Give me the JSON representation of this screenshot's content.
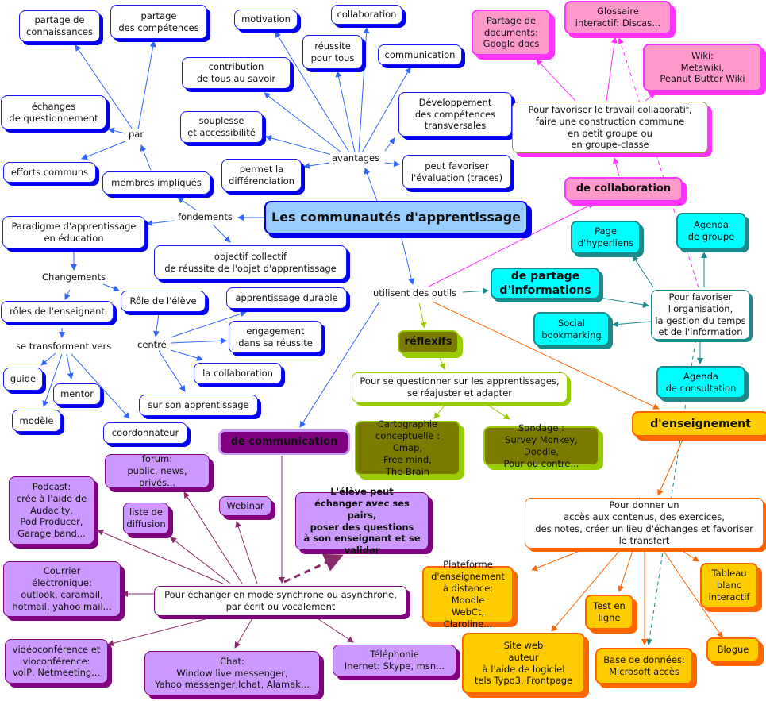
{
  "title": "Les communautés d'apprentissage",
  "colors": {
    "blue": "#3366ff",
    "pink": "#ff33ff",
    "teal": "#1a8a8a",
    "green": "#99cc00",
    "orange": "#ff6600",
    "purple": "#800080"
  },
  "labels": {
    "par": "par",
    "avantages": "avantages",
    "fondements": "fondements",
    "changements": "Changements",
    "se_transforment": "se transforment vers",
    "centre": "centré",
    "utilisent": "utilisent des outils"
  },
  "nodes": {
    "partage_connaissances": "partage de\nconnaissances",
    "partage_competences": "partage\ndes compétences",
    "motivation": "motivation",
    "collaboration": "collaboration",
    "reussite": "réussite\npour tous",
    "communication": "communication",
    "contribution": "contribution\nde tous au savoir",
    "developpement": "Développement\ndes compétences\ntransversales",
    "souplesse": "souplesse\net accessibilité",
    "echanges": "échanges\nde questionnement",
    "efforts": "efforts communs",
    "membres": "membres impliqués",
    "permet": "permet la\ndifférenciation",
    "peut_favoriser": "peut favoriser\nl'évaluation (traces)",
    "paradigme": "Paradigme d'apprentissage\nen éducation",
    "objectif": "objectif collectif\nde réussite de l'objet d'apprentissage",
    "roles_enseignant": "rôles de l'enseignant",
    "role_eleve": "Rôle de l'élève",
    "apprentissage_durable": "apprentissage durable",
    "engagement": "engagement\ndans sa réussite",
    "la_collaboration": "la collaboration",
    "sur_son": "sur son apprentissage",
    "guide": "guide",
    "mentor": "mentor",
    "modele": "modèle",
    "coordonnateur": "coordonnateur",
    "partage_docs": "Partage de\ndocuments:\nGoogle docs",
    "glossaire": "Glossaire\ninteractif: Discas...",
    "wiki": "Wiki:\nMetawiki,\nPeanut Butter Wiki",
    "pour_collab": "Pour favoriser le travail collaboratif,\nfaire une construction commune\nen petit groupe ou\nen groupe-classe",
    "de_collaboration": "de collaboration",
    "page_hyperliens": "Page\nd'hyperliens",
    "agenda_groupe": "Agenda\nde groupe",
    "de_partage": "de partage\nd'informations",
    "social": "Social\nbookmarking",
    "pour_org": "Pour favoriser\nl'organisation,\nla gestion du temps\net de l'information",
    "agenda_consultation": "Agenda\nde consultation",
    "reflexifs": "réflexifs",
    "pour_questionner": "Pour se questionner sur les apprentissages,\nse réajuster et adapter",
    "cartographie": "Cartographie\nconceptuelle : Cmap,\nFree mind,\nThe Brain",
    "sondage": "Sondage :\nSurvey Monkey, Doodle,\nPour ou contre...",
    "d_enseignement": "d'enseignement",
    "pour_donner": "Pour donner un\naccès aux contenus, des exercices,\ndes notes, créer un lieu d'échanges et favoriser\nle transfert",
    "plateforme": "Plateforme\nd'enseignement\nà distance: Moodle\nWebCt, Claroline...",
    "test": "Test en\nligne",
    "tableau": "Tableau\nblanc\ninteractif",
    "site_web": "Site web\nauteur\nà l'aide de logiciel\ntels Typo3, Frontpage",
    "base": "Base de données:\nMicrosoft accès",
    "blogue": "Blogue",
    "de_communication": "de communication",
    "forum": "forum:\npublic, news, privés...",
    "podcast": "Podcast:\ncrée à l'aide de\nAudacity,\nPod Producer,\nGarage band...",
    "liste": "liste de\ndiffusion",
    "webinar": "Webinar",
    "eleve_peut": "L'élève peut\néchanger avec ses pairs,\nposer des questions\nà son enseignant et se valider",
    "courrier": "Courrier\nélectronique:\noutlook, caramail,\nhotmail, yahoo mail...",
    "pour_echanger": "Pour échanger en mode synchrone ou asynchrone,\npar écrit ou vocalement",
    "video": "vidéoconférence et\nvioconférence:\nvoIP, Netmeeting...",
    "chat": "Chat:\nWindow live messenger,\nYahoo messenger,Ichat, Alamak...",
    "telephonie": "Téléphonie\nInernet: Skype, msn..."
  }
}
